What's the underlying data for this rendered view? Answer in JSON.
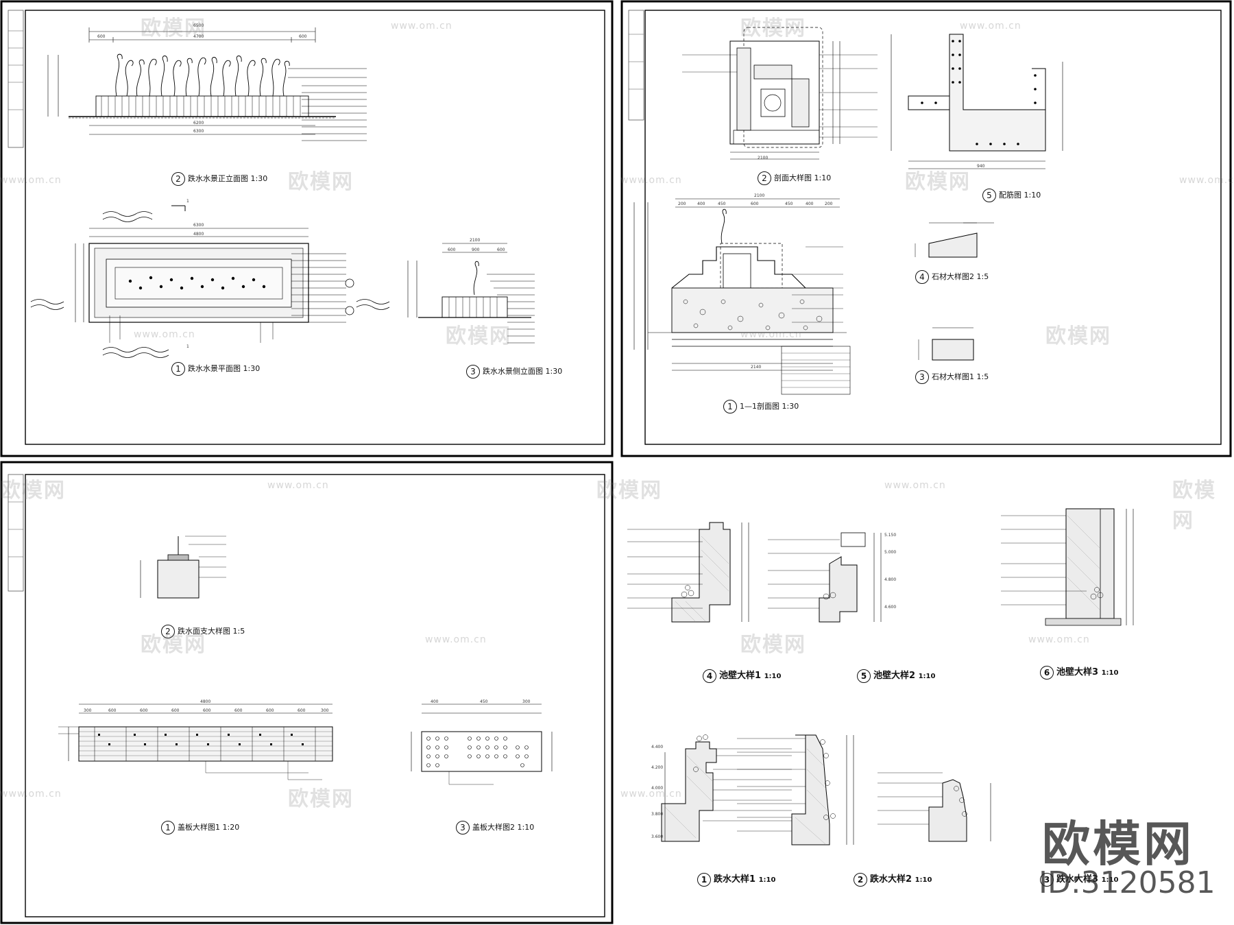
{
  "watermark": {
    "logo_text": "欧模网",
    "url_text": "www.om.cn",
    "brand_text": "欧模网",
    "id_text": "ID:3120581"
  },
  "sheets": {
    "top_left": {
      "titles": {
        "front_elevation": {
          "num": "2",
          "text": "跌水水景正立面图",
          "scale": "1:30"
        },
        "plan": {
          "num": "1",
          "text": "跌水水景平面图",
          "scale": "1:30"
        },
        "side_elevation": {
          "num": "3",
          "text": "跌水水景侧立面图",
          "scale": "1:30"
        }
      },
      "dims": {
        "overall_top": "6500",
        "inner_top": "4700",
        "left_seg": "600",
        "right_seg": "600",
        "bottom_1": "6200",
        "bottom_2": "6300",
        "plan_top": "6300",
        "plan_inner": "4800",
        "side_top": "2100",
        "side_segs": [
          "600",
          "900",
          "600"
        ]
      },
      "section_mark": "1"
    },
    "top_right": {
      "titles": {
        "section_detail": {
          "num": "2",
          "text": "剖面大样图",
          "scale": "1:10"
        },
        "rebar": {
          "num": "5",
          "text": "配筋图",
          "scale": "1:10"
        },
        "section_1_1": {
          "num": "1",
          "text": "1—1剖面图",
          "scale": "1:30"
        },
        "stone_2": {
          "num": "4",
          "text": "石材大样图2",
          "scale": "1:5"
        },
        "stone_1": {
          "num": "3",
          "text": "石材大样图1",
          "scale": "1:5"
        }
      },
      "dims": {
        "section_top": "2100",
        "section_segs": [
          "200",
          "400",
          "450",
          "600",
          "450",
          "400",
          "200"
        ],
        "section_bottom": "2140",
        "rebar_bottom": "940"
      }
    },
    "bottom_left": {
      "titles": {
        "fountain_support": {
          "num": "2",
          "text": "跌水面支大样图",
          "scale": "1:5"
        },
        "cover_1": {
          "num": "1",
          "text": "盖板大样图1",
          "scale": "1:20"
        },
        "cover_2": {
          "num": "3",
          "text": "盖板大样图2",
          "scale": "1:10"
        }
      },
      "dims": {
        "cover_1_top": "4800",
        "cover_1_segs": [
          "300",
          "600",
          "600",
          "600",
          "600",
          "600",
          "600",
          "600",
          "300"
        ],
        "cover_2_top": [
          "400",
          "450",
          "300"
        ]
      }
    },
    "bottom_right": {
      "titles": {
        "pool_wall_1": {
          "num": "4",
          "text": "池壁大样1",
          "scale": "1:10"
        },
        "pool_wall_2": {
          "num": "5",
          "text": "池壁大样2",
          "scale": "1:10"
        },
        "pool_wall_3": {
          "num": "6",
          "text": "池壁大样3",
          "scale": "1:10"
        },
        "drop_1": {
          "num": "1",
          "text": "跌水大样1",
          "scale": "1:10"
        },
        "drop_2": {
          "num": "2",
          "text": "跌水大样2",
          "scale": "1:10"
        },
        "drop_3": {
          "num": "3",
          "text": "跌水大样3",
          "scale": "1:10"
        }
      },
      "levels": [
        "4.400",
        "4.200",
        "4.000",
        "3.800",
        "3.600"
      ],
      "levels_2": [
        "5.150",
        "5.000",
        "4.800",
        "4.600"
      ]
    }
  }
}
